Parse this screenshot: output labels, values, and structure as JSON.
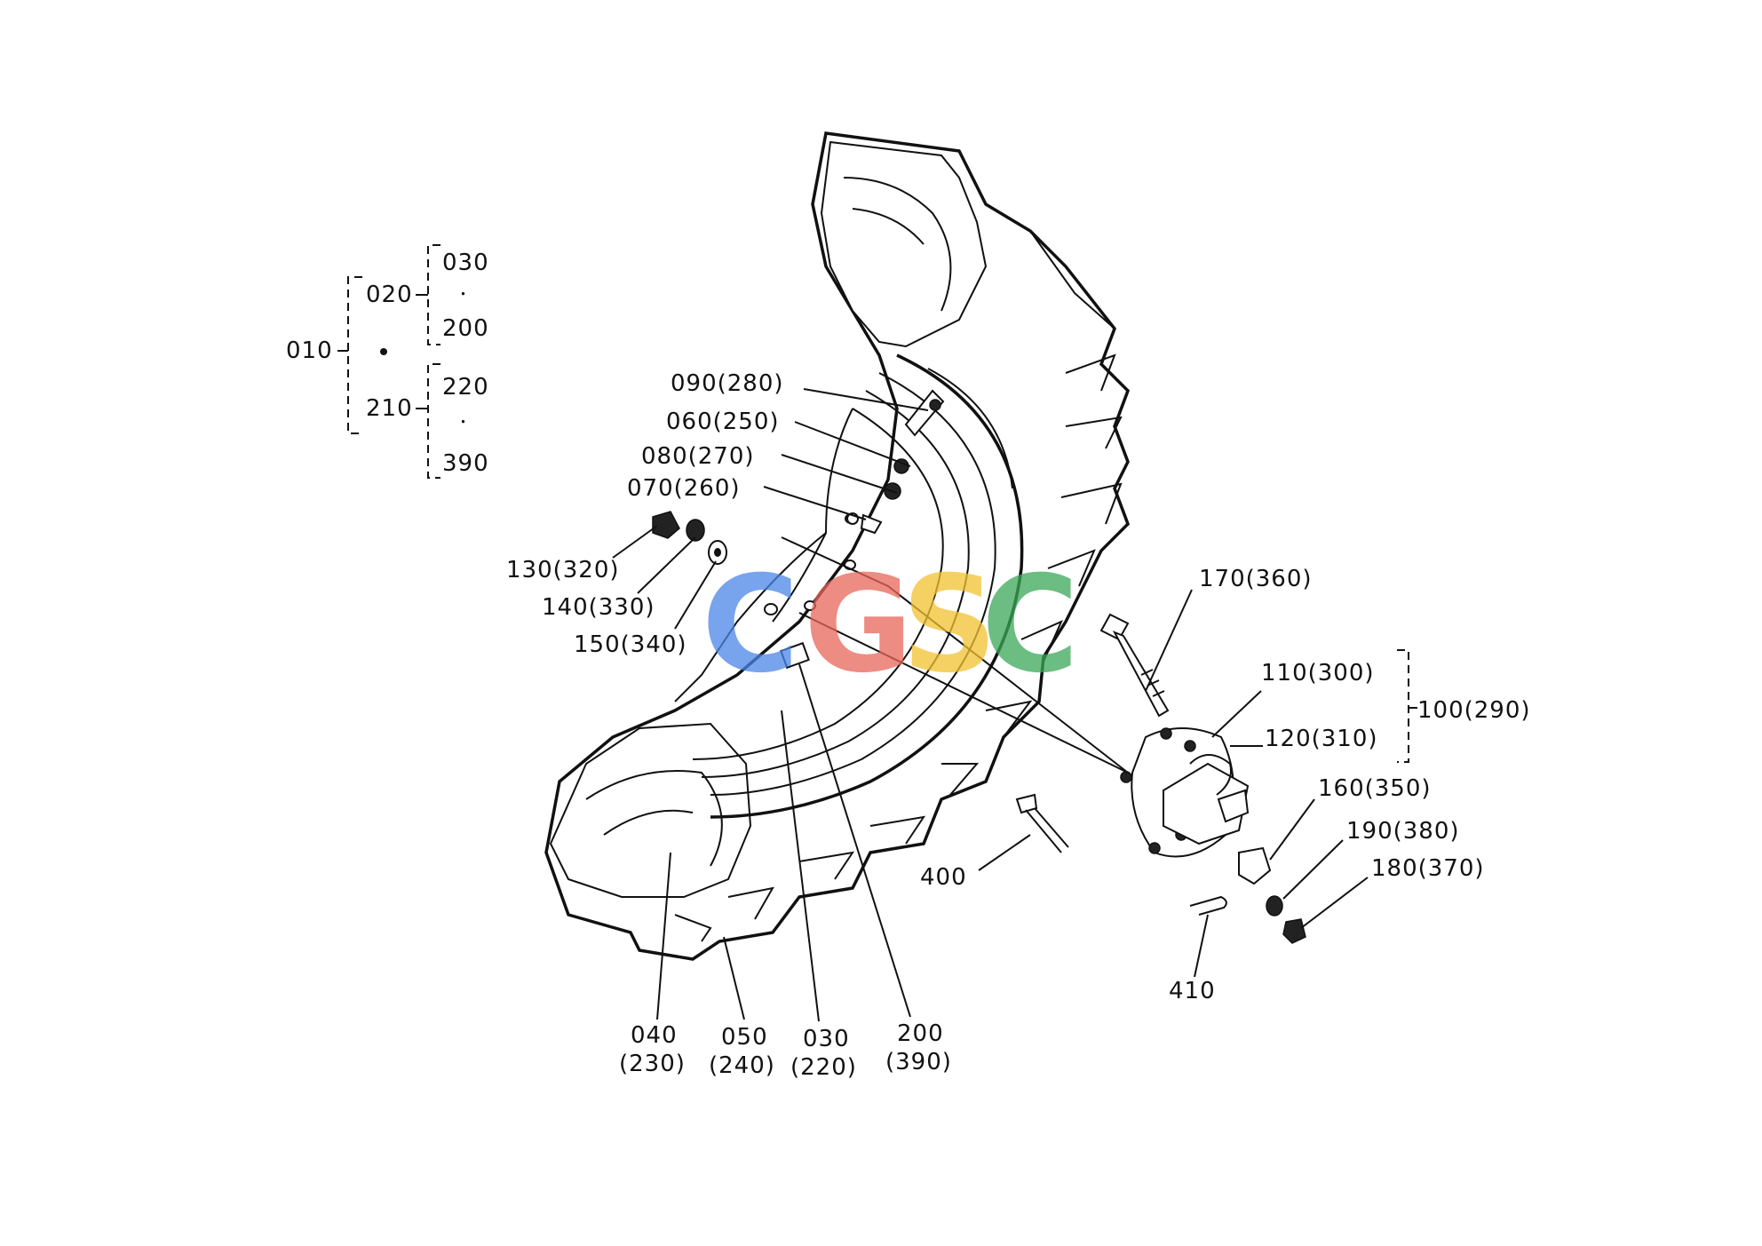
{
  "watermark": {
    "letters": [
      "C",
      "G",
      "S",
      "C"
    ],
    "colors": [
      "#4a86e8",
      "#e8665a",
      "#f2c230",
      "#3aa757"
    ]
  },
  "tree": {
    "root": "010",
    "branch_a": "020",
    "branch_a_range": [
      "030",
      "200"
    ],
    "branch_b": "210",
    "branch_b_range": [
      "220",
      "390"
    ],
    "range_mark": "⸱"
  },
  "callouts": {
    "c090": "090(280)",
    "c060": "060(250)",
    "c080": "080(270)",
    "c070": "070(260)",
    "c130": "130(320)",
    "c140": "140(330)",
    "c150": "150(340)",
    "c170": "170(360)",
    "c110": "110(300)",
    "c120": "120(310)",
    "c100": "100(290)",
    "c160": "160(350)",
    "c190": "190(380)",
    "c180": "180(370)",
    "c400": "400",
    "c410": "410",
    "c040a": "040",
    "c040b": "(230)",
    "c050a": "050",
    "c050b": "(240)",
    "c030a": "030",
    "c030b": "(220)",
    "c200a": "200",
    "c200b": "(390)"
  }
}
